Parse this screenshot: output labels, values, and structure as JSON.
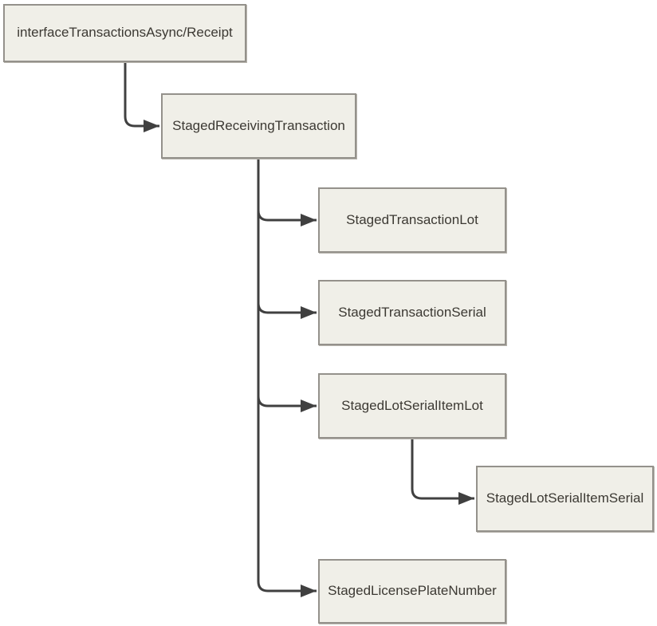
{
  "diagram": {
    "type": "tree",
    "nodes": [
      {
        "id": "interface-transactions-async-receipt",
        "label": "interfaceTransactionsAsync/Receipt"
      },
      {
        "id": "staged-receiving-transaction",
        "label": "StagedReceivingTransaction"
      },
      {
        "id": "staged-transaction-lot",
        "label": "StagedTransactionLot"
      },
      {
        "id": "staged-transaction-serial",
        "label": "StagedTransactionSerial"
      },
      {
        "id": "staged-lot-serial-item-lot",
        "label": "StagedLotSerialItemLot"
      },
      {
        "id": "staged-lot-serial-item-serial",
        "label": "StagedLotSerialItemSerial"
      },
      {
        "id": "staged-license-plate-number",
        "label": "StagedLicensePlateNumber"
      }
    ],
    "edges": [
      {
        "from": "interfaceTransactionsAsync/Receipt",
        "to": "StagedReceivingTransaction"
      },
      {
        "from": "StagedReceivingTransaction",
        "to": "StagedTransactionLot"
      },
      {
        "from": "StagedReceivingTransaction",
        "to": "StagedTransactionSerial"
      },
      {
        "from": "StagedReceivingTransaction",
        "to": "StagedLotSerialItemLot"
      },
      {
        "from": "StagedLotSerialItemLot",
        "to": "StagedLotSerialItemSerial"
      },
      {
        "from": "StagedReceivingTransaction",
        "to": "StagedLicensePlateNumber"
      }
    ],
    "colors": {
      "background": "#ffffff",
      "node_fill": "#f0efe8",
      "node_border": "#94918b",
      "node_shadow": "#b8b5ae",
      "connector": "#404040",
      "text": "#3c3933"
    }
  }
}
